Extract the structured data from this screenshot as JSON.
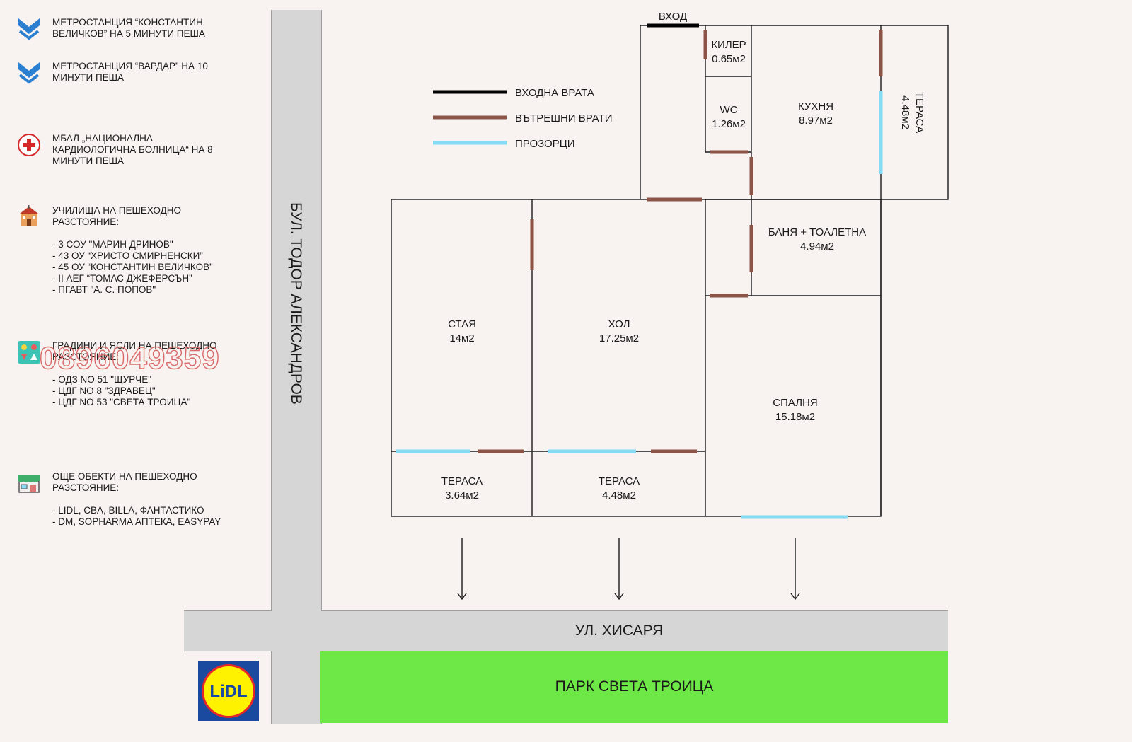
{
  "poi": [
    {
      "icon": "metro-icon",
      "lines": [
        "МЕТРОСТАНЦИЯ “КОНСТАНТИН",
        "ВЕЛИЧКОВ” НА 5 МИНУТИ ПЕША"
      ],
      "sub": []
    },
    {
      "icon": "metro-icon",
      "lines": [
        "МЕТРОСТАНЦИЯ “ВАРДАР” НА 10",
        "МИНУТИ ПЕША"
      ],
      "sub": []
    },
    {
      "icon": "hospital-icon",
      "lines": [
        "МБАЛ „НАЦИОНАЛНА",
        "КАРДИОЛОГИЧНА БОЛНИЦА“ НА 8",
        "МИНУТИ ПЕША"
      ],
      "sub": []
    },
    {
      "icon": "school-icon",
      "lines": [
        "УЧИЛИЩА НА ПЕШЕХОДНО",
        "РАЗСТОЯНИЕ:"
      ],
      "sub": [
        "- 3 СОУ \"МАРИН ДРИНОВ\"",
        "- 43 ОУ “ХРИСТО СМИРНЕНСКИ”",
        "- 45 ОУ “КОНСТАНТИН ВЕЛИЧКОВ”",
        "- II АЕГ “ТОМАС ДЖЕФЕРСЪН”",
        "- ПГАВТ \"А. С. ПОПОВ\""
      ]
    },
    {
      "icon": "kindergarten-icon",
      "lines": [
        "ГРАДИНИ И ЯСЛИ НА ПЕШЕХОДНО",
        "РАЗСТОЯНИЕ:"
      ],
      "sub": [
        "- ОДЗ NO 51 \"ЩУРЧЕ\"",
        "- ЦДГ NO 8 \"ЗДРАВЕЦ\"",
        "- ЦДГ NO 53 \"СВЕТА ТРОИЦА\""
      ]
    },
    {
      "icon": "shop-icon",
      "lines": [
        "ОЩЕ ОБЕКТИ НА ПЕШЕХОДНО",
        "РАЗСТОЯНИЕ:"
      ],
      "sub": [
        "- LIDL, CBA, BILLA, ФАНТАСТИКО",
        "- DM, SOPHARMA АПТЕКА, EASYPAY"
      ]
    }
  ],
  "phone": "0896049359",
  "streets": {
    "vertical": "БУЛ. ТОДОР АЛЕКСАНДРОВ",
    "horizontal": "УЛ. ХИСАРЯ",
    "park": "ПАРК СВЕТА ТРОИЦА"
  },
  "lidl_logo_text": "LiDL",
  "legend": [
    {
      "label": "ВХОДНА ВРАТА",
      "color": "#000000"
    },
    {
      "label": "ВЪТРЕШНИ ВРАТИ",
      "color": "#8b5446"
    },
    {
      "label": "ПРОЗОРЦИ",
      "color": "#86dcf5"
    }
  ],
  "entrance": "ВХОД",
  "rooms": {
    "kiler": {
      "name": "КИЛЕР",
      "area": "0.65м2"
    },
    "wc": {
      "name": "WC",
      "area": "1.26м2"
    },
    "kitchen": {
      "name": "КУХНЯ",
      "area": "8.97м2"
    },
    "terrace_side": {
      "name": "ТЕРАСА",
      "area": "4.48м2"
    },
    "bath": {
      "name": "БАНЯ + ТОАЛЕТНА",
      "area": "4.94м2"
    },
    "room": {
      "name": "СТАЯ",
      "area": "14м2"
    },
    "living": {
      "name": "ХОЛ",
      "area": "17.25м2"
    },
    "bedroom": {
      "name": "СПАЛНЯ",
      "area": "15.18м2"
    },
    "terrace1": {
      "name": "ТЕРАСА",
      "area": "3.64м2"
    },
    "terrace2": {
      "name": "ТЕРАСА",
      "area": "4.48м2"
    }
  },
  "colors": {
    "door": "#8b5446",
    "window": "#86dcf5",
    "entrance_door": "#000000",
    "park": "#6de846",
    "street": "#d6d6d6",
    "metro": "#2a7fd0",
    "hospital": "#d62828"
  }
}
